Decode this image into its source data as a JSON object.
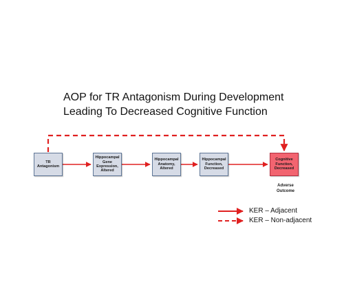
{
  "title": {
    "line1": "AOP for TR Antagonism During Development",
    "line2": "Leading To Decreased Cognitive Function"
  },
  "nodes": [
    {
      "id": "tr-antagonism",
      "label": "TR Antagonism"
    },
    {
      "id": "hippocampal-gene-expression",
      "label": "Hippocampal Gene Expression, Altered"
    },
    {
      "id": "hippocampal-anatomy",
      "label": "Hippocampal Anatomy, Altered"
    },
    {
      "id": "hippocampal-function",
      "label": "Hippocampal Function, Decreased"
    },
    {
      "id": "cognitive-function",
      "label": "Cognitive Function, Decreased"
    }
  ],
  "adverse_outcome_label": "Adverse Outcome",
  "legend": {
    "adjacent": "KER – Adjacent",
    "non_adjacent": "KER – Non-adjacent"
  },
  "colors": {
    "arrow": "#e02020",
    "node_fill": "#d6dbe6",
    "node_border": "#5d7595",
    "ao_fill": "#f26470"
  }
}
